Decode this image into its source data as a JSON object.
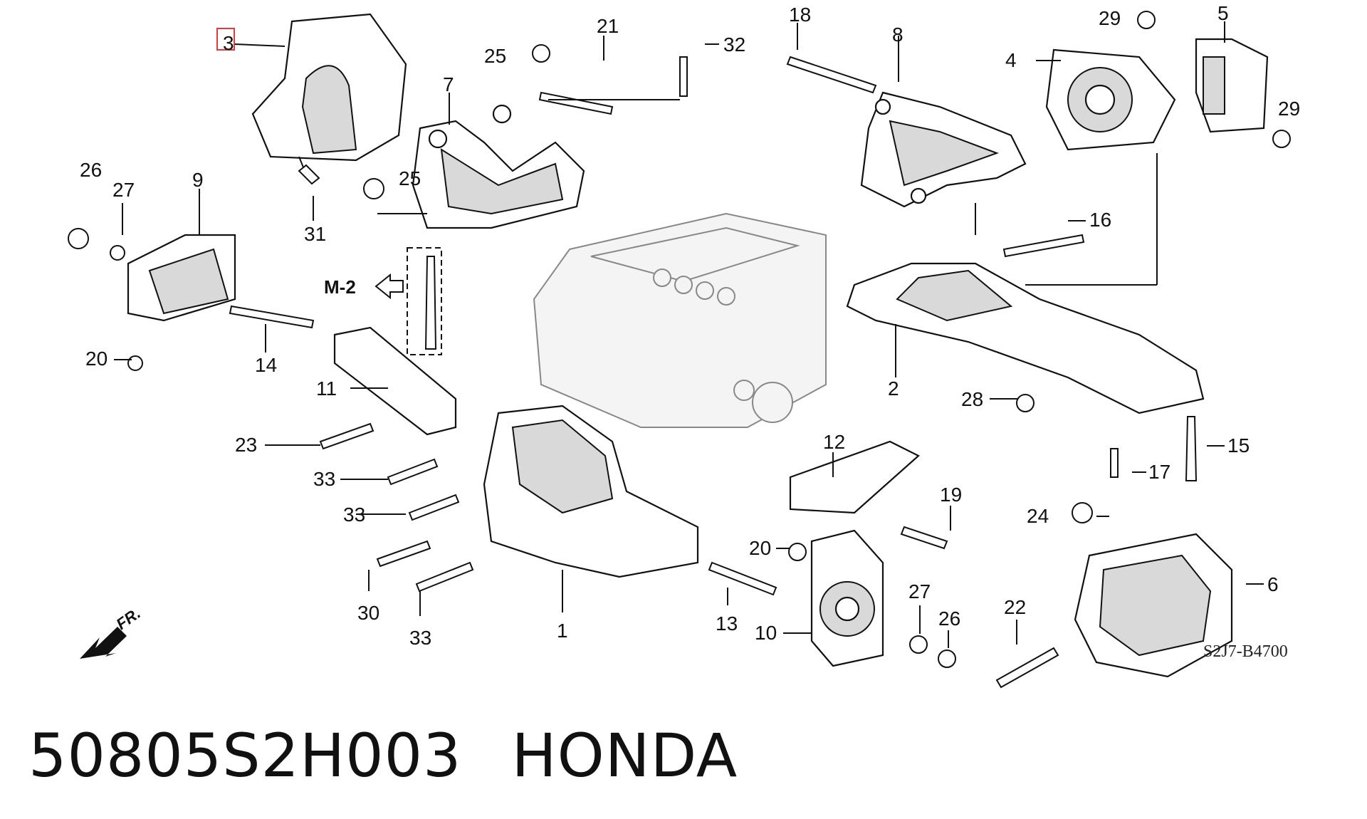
{
  "diagram": {
    "highlighted_part": "3",
    "callouts": [
      "3",
      "25",
      "21",
      "32",
      "18",
      "8",
      "29",
      "5",
      "4",
      "29",
      "7",
      "26",
      "27",
      "9",
      "31",
      "25",
      "16",
      "M-2",
      "14",
      "20",
      "11",
      "2",
      "28",
      "23",
      "33",
      "33",
      "30",
      "33",
      "1",
      "12",
      "19",
      "17",
      "15",
      "24",
      "20",
      "13",
      "10",
      "27",
      "26",
      "22",
      "6"
    ],
    "diagram_code": "S2J7-B4700",
    "direction_label": "FR."
  },
  "footer": {
    "part_number": "50805S2H003",
    "brand": "HONDA"
  }
}
